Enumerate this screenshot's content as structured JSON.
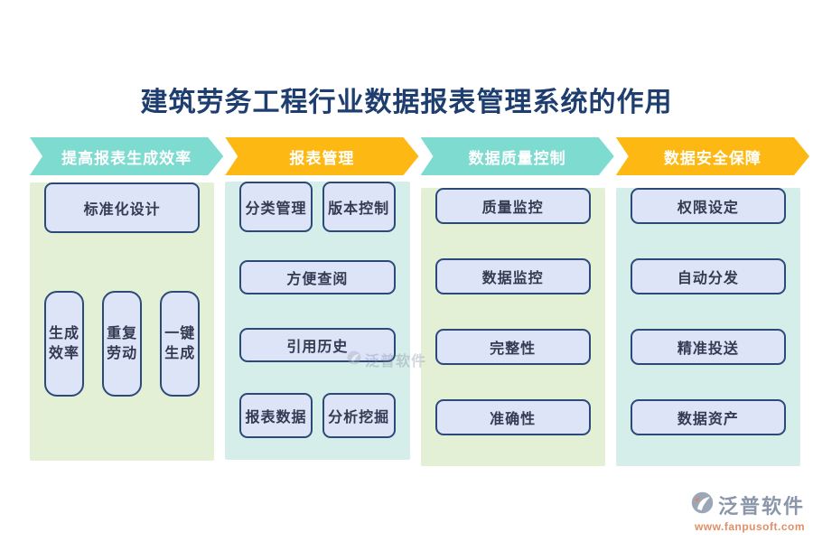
{
  "title": "建筑劳务工程行业数据报表管理系统的作用",
  "colors": {
    "accent_teal": "#7edbd0",
    "accent_yellow": "#fdb813",
    "panel_green": "#e4f0d6",
    "panel_cyan": "#d6eee9",
    "box_fill": "#dde4f8",
    "box_border": "#2c4a78",
    "title_text": "#1e3e70",
    "brand_gray": "#8b96aa",
    "brand_orange": "#e18f66"
  },
  "columns": [
    {
      "header": "提高报表生成效率",
      "boxes": {
        "top": "标准化设计",
        "pills": [
          "生成\n效率",
          "重复\n劳动",
          "一键\n生成"
        ]
      }
    },
    {
      "header": "报表管理",
      "boxes": {
        "row1": [
          "分类管理",
          "版本控制"
        ],
        "wide1": "方便查阅",
        "wide2": "引用历史",
        "row2": [
          "报表数据",
          "分析挖掘"
        ]
      }
    },
    {
      "header": "数据质量控制",
      "boxes": {
        "list": [
          "质量监控",
          "数据监控",
          "完整性",
          "准确性"
        ]
      }
    },
    {
      "header": "数据安全保障",
      "boxes": {
        "list": [
          "权限设定",
          "自动分发",
          "精准投送",
          "数据资产"
        ]
      }
    }
  ],
  "watermark": {
    "text": "泛普软件"
  },
  "footer": {
    "brand": "泛普软件",
    "url": "www.fanpusoft.com"
  }
}
